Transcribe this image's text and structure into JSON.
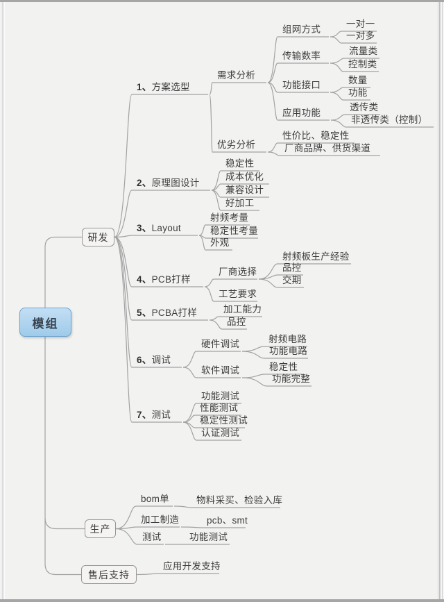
{
  "colors": {
    "background": "#f2f2f1",
    "line": "#a2a2a2",
    "text": "#3d3d3d",
    "root_fill_top": "#c3def3",
    "root_fill_bottom": "#9ecbea",
    "root_border": "#6ba3cf",
    "branch_border": "#979797"
  },
  "tree": {
    "label": "模组",
    "children": [
      {
        "label": "研发",
        "children": [
          {
            "num": "1、",
            "label": "方案选型",
            "children": [
              {
                "label": "需求分析",
                "children": [
                  {
                    "label": "组网方式",
                    "children": [
                      {
                        "label": "一对一"
                      },
                      {
                        "label": "一对多"
                      }
                    ]
                  },
                  {
                    "label": "传输数率",
                    "children": [
                      {
                        "label": "流量类"
                      },
                      {
                        "label": "控制类"
                      }
                    ]
                  },
                  {
                    "label": "功能接口",
                    "children": [
                      {
                        "label": "数量"
                      },
                      {
                        "label": "功能"
                      }
                    ]
                  },
                  {
                    "label": "应用功能",
                    "children": [
                      {
                        "label": "透传类"
                      },
                      {
                        "label": "非透传类（控制）"
                      }
                    ]
                  }
                ]
              },
              {
                "label": "优劣分析",
                "children": [
                  {
                    "label": "性价比、稳定性"
                  },
                  {
                    "label": "厂商品牌、供货渠道"
                  }
                ]
              }
            ]
          },
          {
            "num": "2、",
            "label": "原理图设计",
            "children": [
              {
                "label": "稳定性"
              },
              {
                "label": "成本优化"
              },
              {
                "label": "兼容设计"
              },
              {
                "label": "好加工"
              }
            ]
          },
          {
            "num": "3、",
            "label": "Layout",
            "children": [
              {
                "label": "射频考量"
              },
              {
                "label": "稳定性考量"
              },
              {
                "label": "外观"
              }
            ]
          },
          {
            "num": "4、",
            "label": "PCB打样",
            "children": [
              {
                "label": "厂商选择",
                "children": [
                  {
                    "label": "射频板生产经验"
                  },
                  {
                    "label": "品控"
                  },
                  {
                    "label": "交期"
                  }
                ]
              },
              {
                "label": "工艺要求"
              }
            ]
          },
          {
            "num": "5、",
            "label": "PCBA打样",
            "children": [
              {
                "label": "加工能力"
              },
              {
                "label": "品控"
              }
            ]
          },
          {
            "num": "6、",
            "label": "调试",
            "children": [
              {
                "label": "硬件调试",
                "children": [
                  {
                    "label": "射频电路"
                  },
                  {
                    "label": "功能电路"
                  }
                ]
              },
              {
                "label": "软件调试",
                "children": [
                  {
                    "label": "稳定性"
                  },
                  {
                    "label": "功能完整"
                  }
                ]
              }
            ]
          },
          {
            "num": "7、",
            "label": "测试",
            "children": [
              {
                "label": "功能测试"
              },
              {
                "label": "性能测试"
              },
              {
                "label": "稳定性测试"
              },
              {
                "label": "认证测试"
              }
            ]
          }
        ]
      },
      {
        "label": "生产",
        "children": [
          {
            "label": "bom单",
            "children": [
              {
                "label": "物料采买、检验入库"
              }
            ]
          },
          {
            "label": "加工制造",
            "children": [
              {
                "label": "pcb、smt"
              }
            ]
          },
          {
            "label": "测试",
            "children": [
              {
                "label": "功能测试"
              }
            ]
          }
        ]
      },
      {
        "label": "售后支持",
        "children": [
          {
            "label": "应用开发支持"
          }
        ]
      }
    ]
  }
}
